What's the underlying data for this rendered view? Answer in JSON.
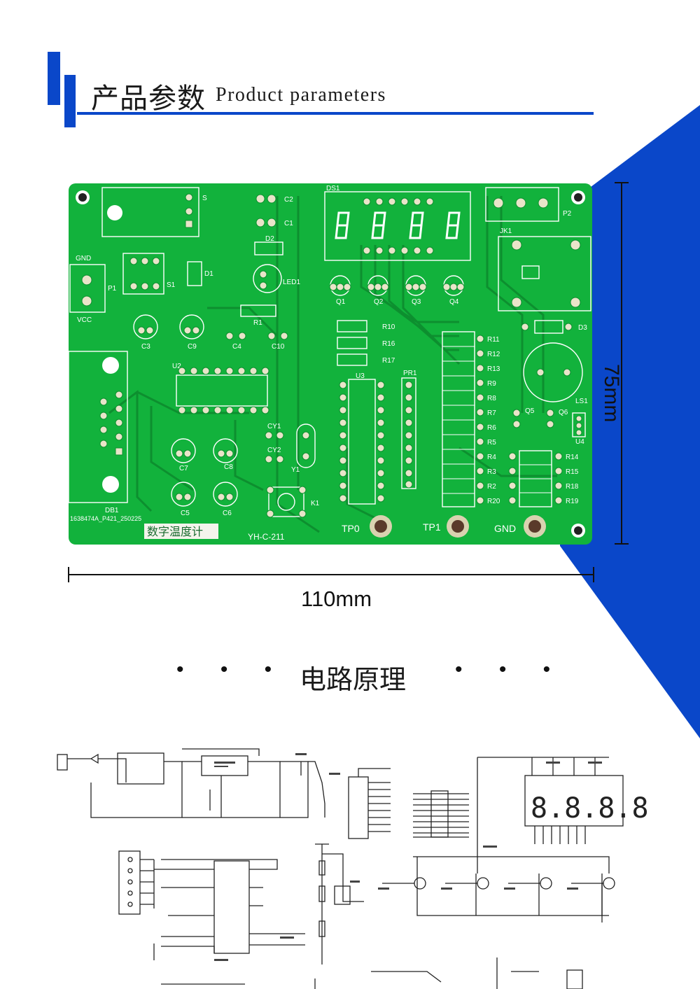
{
  "header": {
    "title_cn": "产品参数",
    "title_en": "Product parameters"
  },
  "pcb": {
    "silkscreen": {
      "gnd_left": "GND",
      "vcc_left": "VCC",
      "p1": "P1",
      "s1": "S1",
      "d1": "D1",
      "d2": "D2",
      "c1": "C1",
      "c2": "C2",
      "c3": "C3",
      "c4": "C4",
      "c5": "C5",
      "c6": "C6",
      "c7": "C7",
      "c8": "C8",
      "c9": "C9",
      "c10": "C10",
      "r1": "R1",
      "led1": "LED1",
      "u2": "U2",
      "u3": "U3",
      "u4": "U4",
      "cy1": "CY1",
      "cy2": "CY2",
      "y1": "Y1",
      "k1": "K1",
      "db1": "DB1",
      "serial": "1638474A_P421_250225",
      "name_cn": "数字温度计",
      "model": "YH-C-211",
      "ds1": "DS1",
      "q1": "Q1",
      "q2": "Q2",
      "q3": "Q3",
      "q4": "Q4",
      "q5": "Q5",
      "q6": "Q6",
      "p2": "P2",
      "jk1": "JK1",
      "d3": "D3",
      "ls1": "LS1",
      "pr1": "PR1",
      "r10": "R10",
      "r16": "R16",
      "r17": "R17",
      "right_resistors": [
        "R11",
        "R12",
        "R13",
        "R9",
        "R8",
        "R7",
        "R6",
        "R5",
        "R4",
        "R3",
        "R2",
        "R20"
      ],
      "lower_resistors": [
        "R14",
        "R15",
        "R18",
        "R19"
      ],
      "tp0": "TP0",
      "tp1": "TP1",
      "gnd_bottom": "GND",
      "s_label": "S"
    }
  },
  "dimensions": {
    "height_label": "75mm",
    "width_label": "110mm"
  },
  "section": {
    "title": "电路原理",
    "dots_left": "• • •",
    "dots_right": "• • •"
  },
  "schematic": {
    "display_digits": "8.8.8.8."
  },
  "colors": {
    "accent_blue": "#0a47c9",
    "pcb_green": "#12b23c",
    "silk_white": "#ffffff"
  }
}
